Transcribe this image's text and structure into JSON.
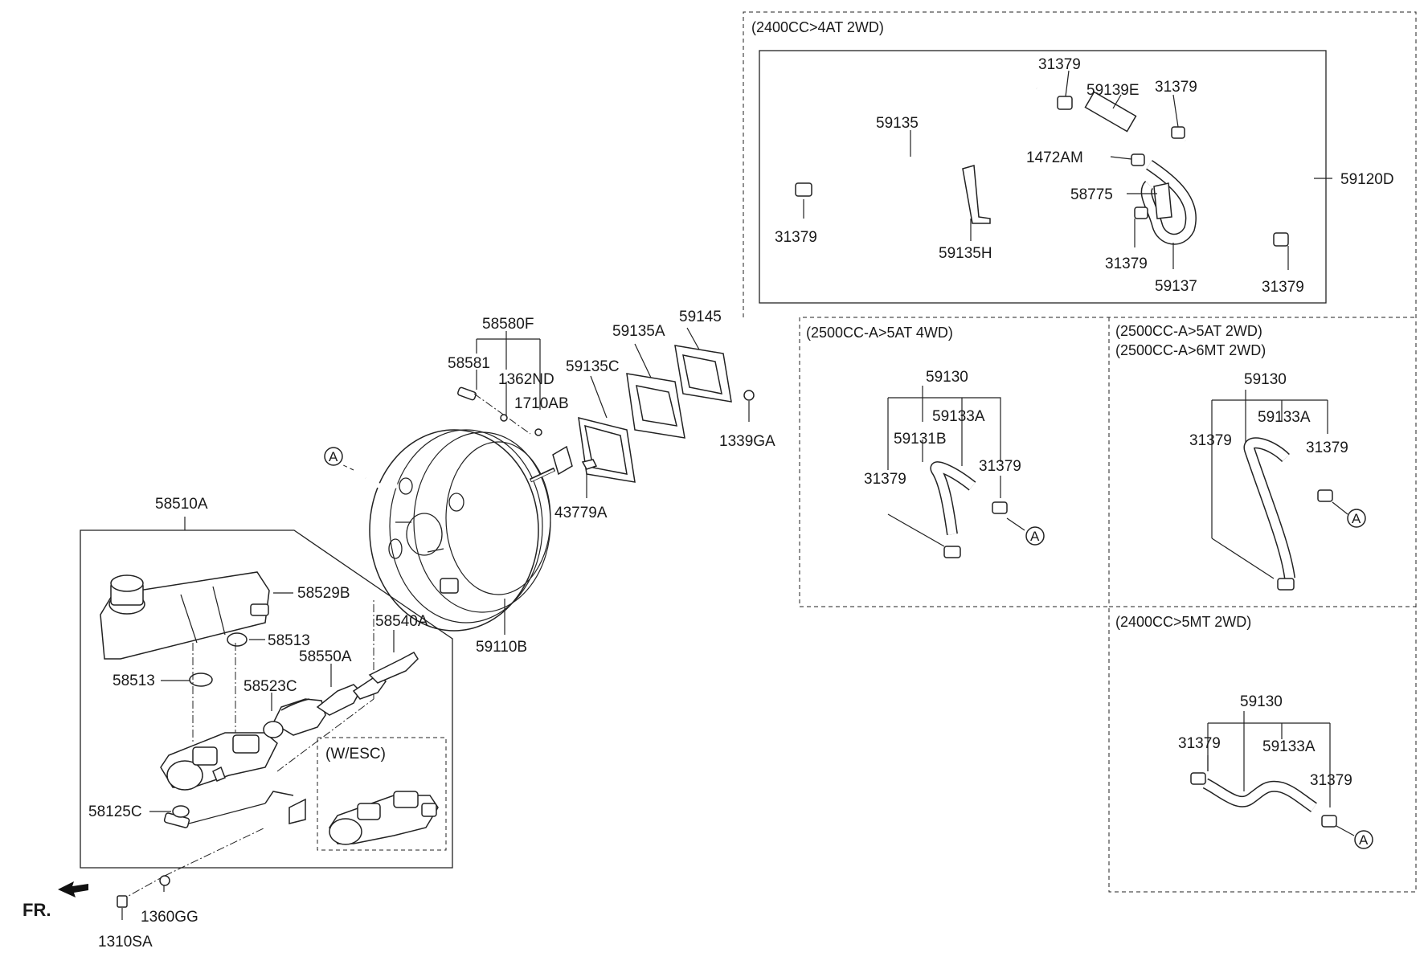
{
  "sections": {
    "s2400_4at": "(2400CC>4AT 2WD)",
    "s2500_5at4wd": "(2500CC-A>5AT 4WD)",
    "s2500_5at2wd": "(2500CC-A>5AT 2WD)",
    "s2500_6mt2wd": "(2500CC-A>6MT 2WD)",
    "s2400_5mt": "(2400CC>5MT 2WD)",
    "wesc": "(W/ESC)"
  },
  "callout_symbol": "A",
  "fr_label": "FR.",
  "labels": {
    "p58580F": "58580F",
    "p58581": "58581",
    "p1362ND": "1362ND",
    "p1710AB": "1710AB",
    "p59135C": "59135C",
    "p59135A": "59135A",
    "p59145": "59145",
    "p1339GA": "1339GA",
    "p43779A": "43779A",
    "p59110B": "59110B",
    "p58510A": "58510A",
    "p58529B": "58529B",
    "p58513a": "58513",
    "p58513b": "58513",
    "p58540A": "58540A",
    "p58550A": "58550A",
    "p58523C": "58523C",
    "p58125C": "58125C",
    "p1360GG": "1360GG",
    "p1310SA": "1310SA",
    "t59135": "59135",
    "t31379a": "31379",
    "t59139E": "59139E",
    "t31379b": "31379",
    "t1472AM": "1472AM",
    "t58775": "58775",
    "t59120D": "59120D",
    "t31379c": "31379",
    "t59135H": "59135H",
    "t31379d": "31379",
    "t59137": "59137",
    "t31379e": "31379",
    "m59130": "59130",
    "m59133A": "59133A",
    "m59131B": "59131B",
    "m31379a": "31379",
    "m31379b": "31379",
    "r59130": "59130",
    "r59133A": "59133A",
    "r31379a": "31379",
    "r31379b": "31379",
    "b59130": "59130",
    "b31379a": "31379",
    "b59133A": "59133A",
    "b31379b": "31379"
  }
}
